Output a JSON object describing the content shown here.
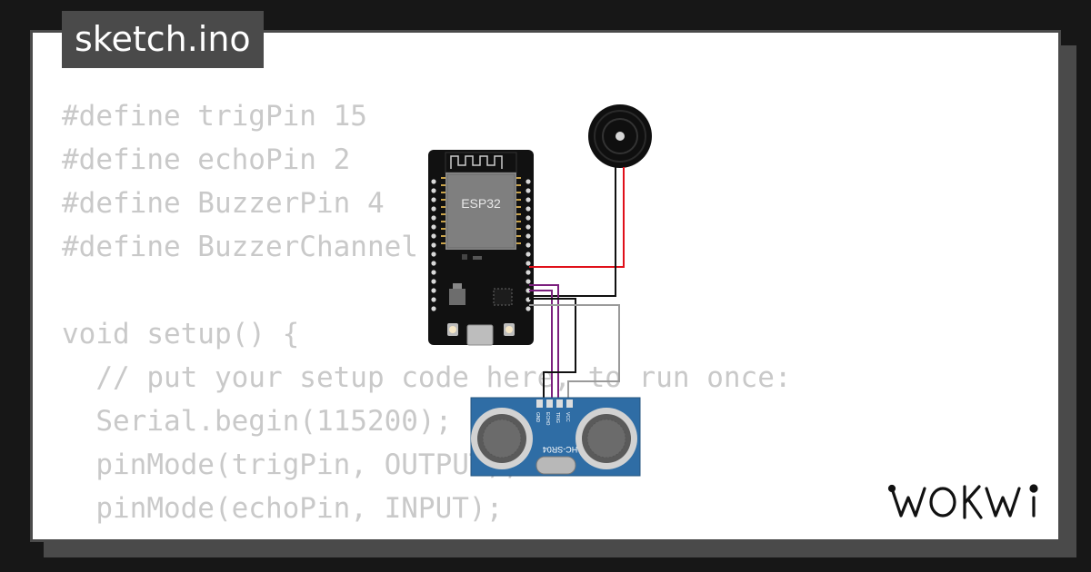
{
  "file_tab": {
    "label": "sketch.ino"
  },
  "code_lines": [
    "#define trigPin 15",
    "#define echoPin 2",
    "#define BuzzerPin 4",
    "#define BuzzerChannel",
    "",
    "void setup() {",
    "  // put your setup code here, to run once:",
    "  Serial.begin(115200);",
    "  pinMode(trigPin, OUTPUT);",
    "  pinMode(echoPin, INPUT);"
  ],
  "diagram": {
    "esp32_label": "ESP32",
    "sensor_model": "HC-SR04",
    "sensor_pins": [
      "VCC",
      "TRIG",
      "ECHO",
      "GND"
    ],
    "wire_colors": {
      "red": "#e0101a",
      "black": "#111111",
      "purple": "#7b1f7d",
      "gray": "#9a9a9a"
    }
  },
  "brand": {
    "name": "WOKWI",
    "icon": "wokwi-logo"
  }
}
